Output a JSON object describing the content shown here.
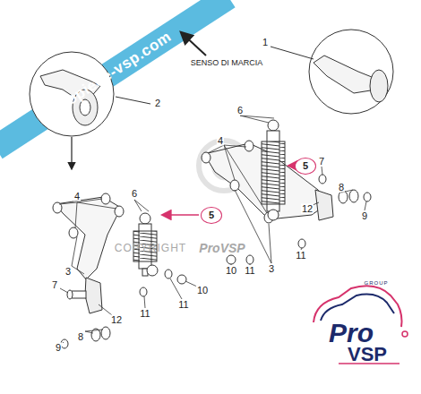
{
  "diagram": {
    "nodes": [
      {
        "text": [
          "5"
        ]
      },
      {
        "text": [
          "5"
        ]
      }
    ],
    "labels": [
      "propiece-vsp.com",
      "SENSO DI MARCIA",
      "1",
      "2",
      "6",
      "4",
      "7",
      "8",
      "9",
      "12",
      "3",
      "11",
      "10",
      "11",
      "4",
      "6",
      "3",
      "7",
      "12",
      "8",
      "9",
      "11",
      "11",
      "10",
      "COPYRIGHT",
      "ProVSP",
      "GROUP",
      "Pro",
      "VSP"
    ]
  }
}
